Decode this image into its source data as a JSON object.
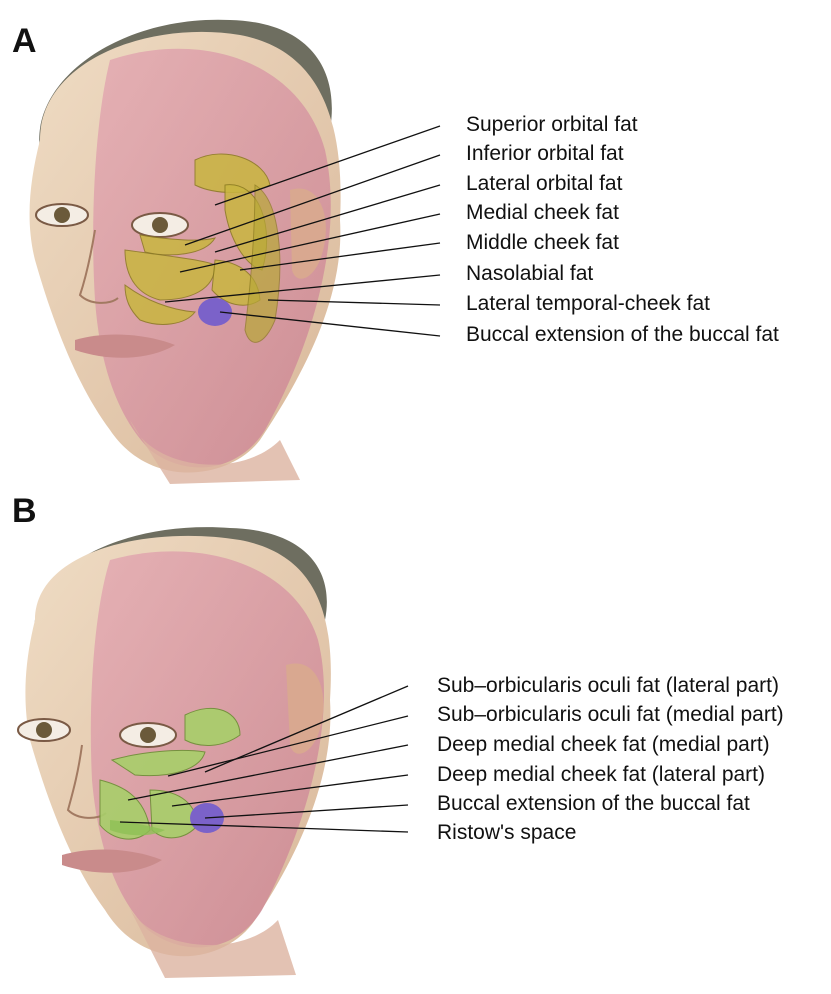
{
  "panels": [
    {
      "letter": "A",
      "labels": [
        "Superior orbital fat",
        "Inferior orbital fat",
        "Lateral orbital fat",
        "Medial cheek fat",
        "Middle cheek fat",
        "Nasolabial fat",
        "Lateral temporal-cheek fat",
        "Buccal extension of the buccal fat"
      ]
    },
    {
      "letter": "B",
      "labels": [
        "Sub–orbicularis oculi fat (lateral part)",
        "Sub–orbicularis oculi fat (medial part)",
        "Deep medial cheek fat (medial part)",
        "Deep medial cheek fat (lateral part)",
        "Buccal extension of the buccal fat",
        "Ristow's space"
      ]
    }
  ],
  "colors": {
    "skin": "#e8cdb0",
    "muscle": "#d98fa0",
    "hair": "#6e6e60",
    "superficial_fat": "#c9b640",
    "deep_fat": "#a8cf6a",
    "buccal_fat": "#7b62c9",
    "leader_line": "#111111"
  }
}
